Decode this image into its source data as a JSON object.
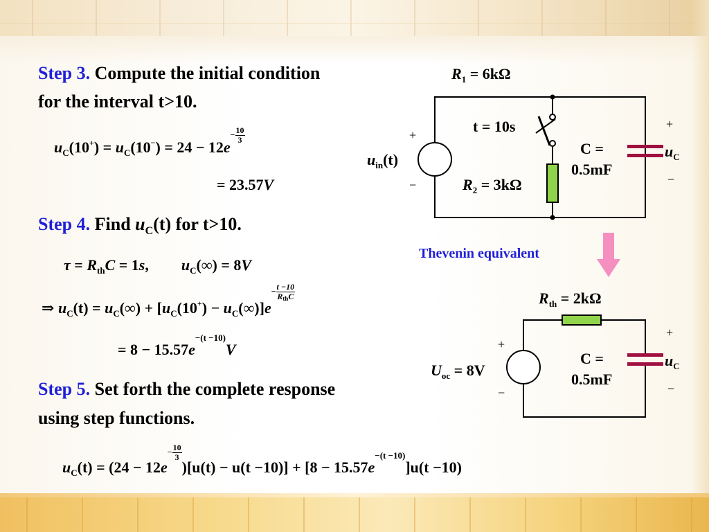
{
  "step3": {
    "label": "Step 3.",
    "text_line1": "Compute the initial condition",
    "text_line2": "for the interval t>10.",
    "eq1": {
      "lhs": "u",
      "sub_c": "C",
      "a1": "(10",
      "sup_plus": "+",
      "a2": ")",
      "eq": "=",
      "b1": "(10",
      "sup_minus": "−",
      "b2": ")",
      "rhs": "= 24 − 12",
      "e": "e",
      "exp_sign": "−",
      "exp_num": "10",
      "exp_den": "3"
    },
    "eq2": "= 23.57",
    "eq2_unit": "V"
  },
  "step4": {
    "label": "Step 4.",
    "text_pre": "Find",
    "u": "u",
    "sub_c": "C",
    "paren_t": "(t)",
    "text_post": "for t>10.",
    "eq1": {
      "tau": "τ",
      "eq": "=",
      "R": "R",
      "sub_th": "th",
      "C": "C",
      "rhs": "= 1",
      "s": "s",
      "comma": ",",
      "u": "u",
      "sub_c": "C",
      "inf": "(∞) = 8",
      "V": "V"
    },
    "eq2": {
      "arrow": "⇒",
      "u": "u",
      "sub_c": "C",
      "t": "(t) =",
      "inf1": "(∞) + [",
      "p10": "(10",
      "sup_plus": "+",
      "mid": ") −",
      "inf2": "(∞)]",
      "e": "e",
      "exp_sign": "−",
      "exp_num": "t −10",
      "exp_den_R": "R",
      "exp_den_th": "th",
      "exp_den_C": "C"
    },
    "eq3": {
      "lhs": "= 8 − 15.57",
      "e": "e",
      "exp": "−(t −10)",
      "V": "V"
    }
  },
  "step5": {
    "label": "Step 5.",
    "text_line1": "Set forth the complete response",
    "text_line2": "using step functions."
  },
  "final_eq": {
    "u": "u",
    "sub_c": "C",
    "t": "(t) = (24 − 12",
    "e": "e",
    "exp_sign": "−",
    "exp_num": "10",
    "exp_den": "3",
    "mid": ")[u(t) − u(t −10)] + [8 − 15.57",
    "e2": "e",
    "exp2": "−(t −10)",
    "end": "]u(t −10)"
  },
  "circuit1": {
    "R1_name": "R",
    "R1_sub": "1",
    "R1_val": "= 6kΩ",
    "switch_label": "t = 10s",
    "R2_name": "R",
    "R2_sub": "2",
    "R2_val": "= 3kΩ",
    "C_label1": "C =",
    "C_label2": "0.5mF",
    "uin_name": "u",
    "uin_sub": "in",
    "uin_arg": "(t)",
    "plus": "+",
    "minus": "−",
    "uc_name": "u",
    "uc_sub": "C"
  },
  "thevenin_label": "Thevenin equivalent",
  "circuit2": {
    "Rth_name": "R",
    "Rth_sub": "th",
    "Rth_val": "= 2kΩ",
    "Uoc_name": "U",
    "Uoc_sub": "oc",
    "Uoc_val": "= 8V",
    "C_label1": "C =",
    "C_label2": "0.5mF",
    "plus": "+",
    "minus": "−",
    "uc_name": "u",
    "uc_sub": "C"
  },
  "colors": {
    "heading": "#1f1fd8",
    "resistor_fill": "#8fd44a",
    "capacitor": "#a01040",
    "arrow": "#f48fc0"
  }
}
